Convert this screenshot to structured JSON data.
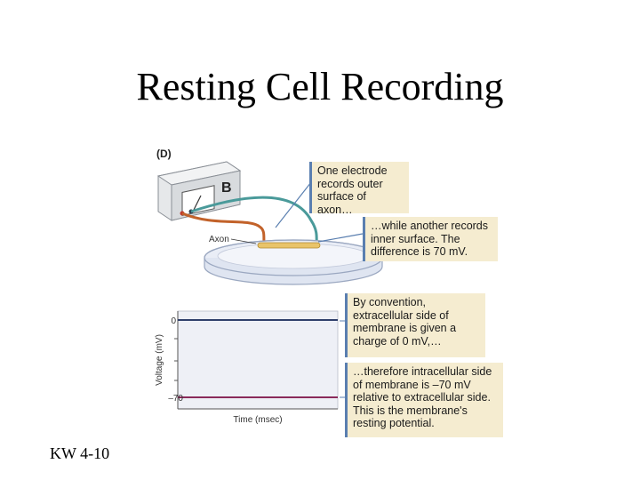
{
  "slide": {
    "title": "Resting Cell Recording",
    "footer": "KW 4-10"
  },
  "figure": {
    "panel_label": "(D)",
    "axon_label": "Axon",
    "meter_symbol": "B",
    "callouts": {
      "outer": "One electrode records outer surface of axon…",
      "inner": "…while another records inner surface. The difference is 70 mV.",
      "convention": "By convention, extracellular side of membrane is given a charge of 0 mV,…",
      "resting": "…therefore intracellular side of membrane is –70 mV relative to extracellular side. This is the membrane's resting potential."
    },
    "graph": {
      "y_axis_label": "Voltage (mV)",
      "x_axis_label": "Time (msec)",
      "tick_zero": "0",
      "tick_minus70": "–70",
      "outside_trace_color": "#2f3f6b",
      "inside_trace_color": "#8a2a5a"
    }
  }
}
